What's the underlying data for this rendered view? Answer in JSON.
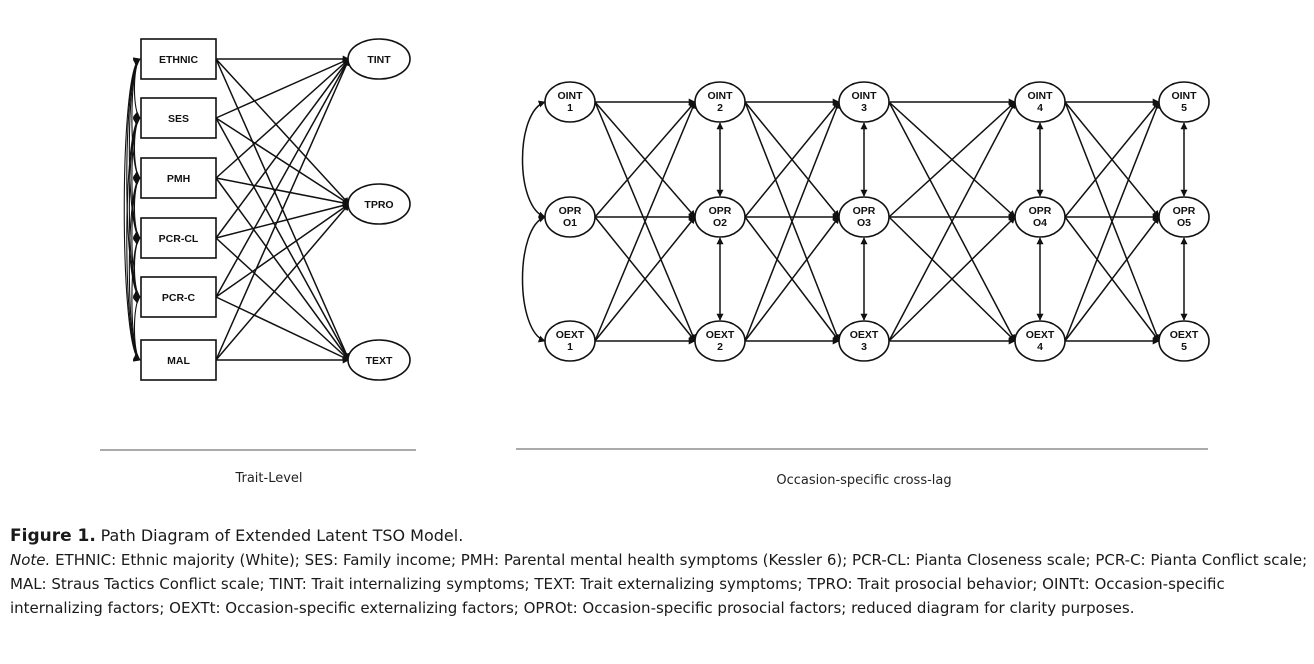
{
  "trait_level": {
    "observed": [
      "ETHNIC",
      "SES",
      "PMH",
      "PCR-CL",
      "PCR-C",
      "MAL"
    ],
    "latent": [
      "TINT",
      "TPRO",
      "TEXT"
    ],
    "label": "Trait-Level"
  },
  "occasion": {
    "rows": [
      [
        "OINT|1",
        "OINT|2",
        "OINT|3",
        "OINT|4",
        "OINT|5"
      ],
      [
        "OPR|O1",
        "OPR|O2",
        "OPR|O3",
        "OPR|O4",
        "OPR|O5"
      ],
      [
        "OEXT|1",
        "OEXT|2",
        "OEXT|3",
        "OEXT|4",
        "OEXT|5"
      ]
    ],
    "label": "Occasion-specific cross-lag"
  },
  "caption": {
    "figure_label": "Figure 1.",
    "figure_title": "Path Diagram of Extended Latent TSO Model.",
    "note_label": "Note.",
    "note_text": "ETHNIC: Ethnic majority (White); SES: Family income; PMH: Parental mental health symptoms (Kessler 6); PCR-CL: Pianta Closeness scale; PCR-C: Pianta Conflict scale; MAL: Straus Tactics Conflict scale; TINT: Trait internalizing symptoms; TEXT: Trait externalizing symptoms; TPRO: Trait prosocial behavior; OINTt: Occasion-specific internalizing factors; OEXTt: Occasion-specific externalizing factors; OPROt: Occasion-specific prosocial factors; reduced diagram for clarity purposes."
  }
}
